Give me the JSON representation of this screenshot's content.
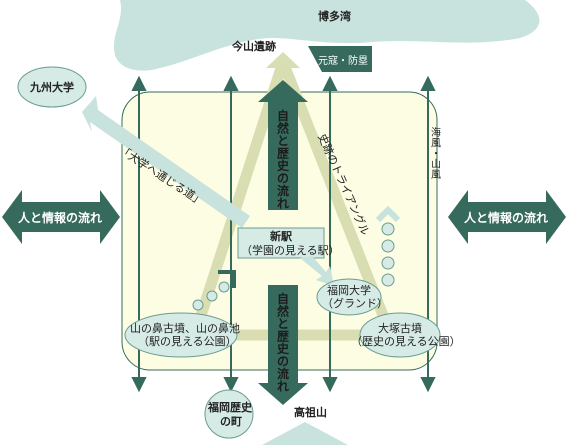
{
  "places": {
    "hakata_bay": "博多湾",
    "imayama": "今山遺跡",
    "genko_bourui": "元寇・防塁",
    "kyushu_univ": "九州大学",
    "univ_road": "「大学へ通じる道」",
    "kaifu_sanpu": "海風・山風",
    "historic_triangle": "史跡のトライアングル",
    "new_station_line1": "新駅",
    "new_station_line2": "（学園の見える駅）",
    "fukuoka_univ_line1": "福岡大学",
    "fukuoka_univ_line2": "（グランド）",
    "yamanohana_line1": "山の鼻古墳、山の鼻池",
    "yamanohana_line2": "（駅の見える公園）",
    "otsuka_line1": "大塚古墳",
    "otsuka_line2": "（歴史の見える公園）",
    "fukuoka_town_line1": "福岡歴史",
    "fukuoka_town_line2": "の町",
    "takaso": "高祖山"
  },
  "flows": {
    "people_info_left": "人と情報の流れ",
    "people_info_right": "人と情報の流れ",
    "nature_history_top": "自然と歴史の流れ",
    "nature_history_bottom": "自然と歴史の流れ"
  },
  "colors": {
    "dark_teal": "#356a5c",
    "light_teal": "#c8e2dd",
    "zone_fill": "#fdfde4",
    "triangle": "#d8deb2",
    "bubble": "#d6ebe6"
  }
}
